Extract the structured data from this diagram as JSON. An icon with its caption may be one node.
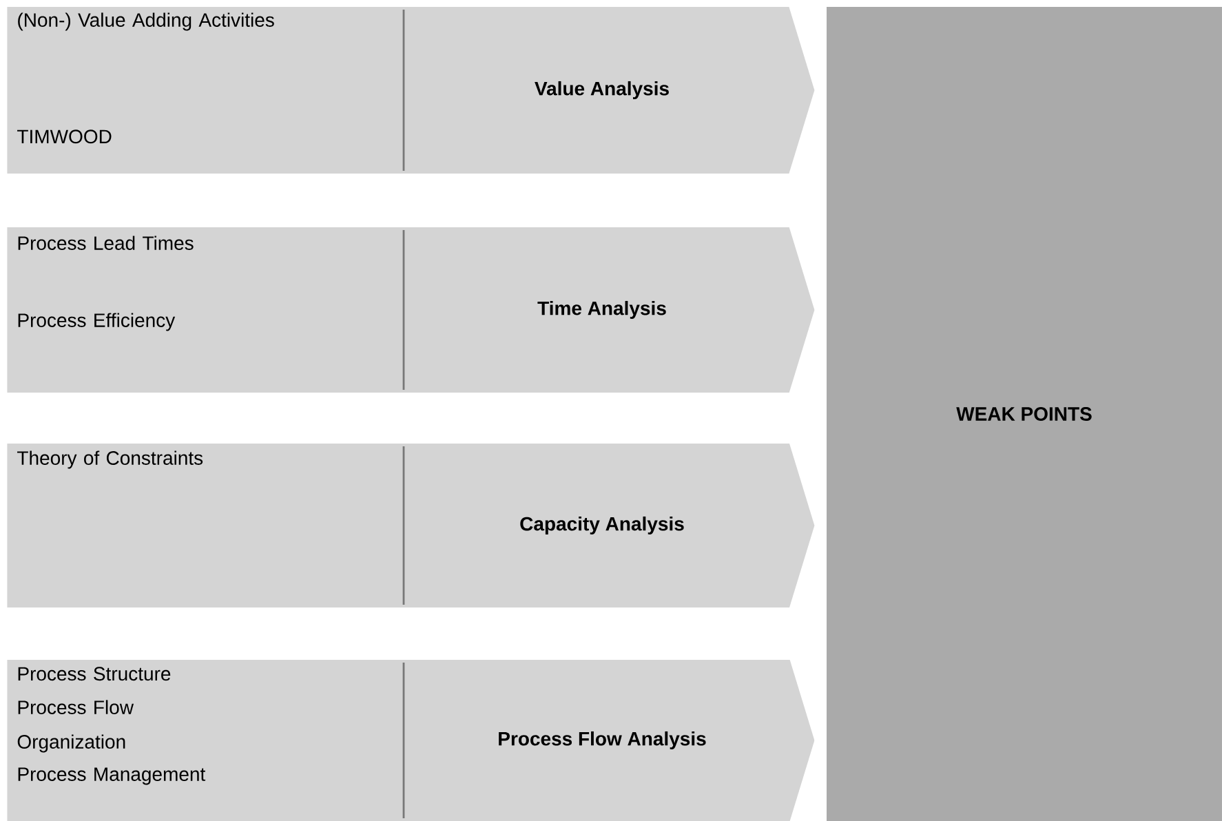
{
  "diagram": {
    "nodes": [
      {
        "text": [
          "(Non-) Value Adding Activities",
          "TIMWOOD",
          "Value Analysis"
        ]
      },
      {
        "text": [
          "Process Lead Times",
          "Process Efficiency",
          "Time Analysis"
        ]
      },
      {
        "text": [
          "Theory of Constraints",
          "Capacity Analysis"
        ]
      },
      {
        "text": [
          "Process Structure",
          "Process Flow",
          "Organization",
          "Process Management",
          "Process Flow Analysis"
        ]
      },
      {
        "text": [
          "WEAK POINTS"
        ]
      }
    ]
  }
}
